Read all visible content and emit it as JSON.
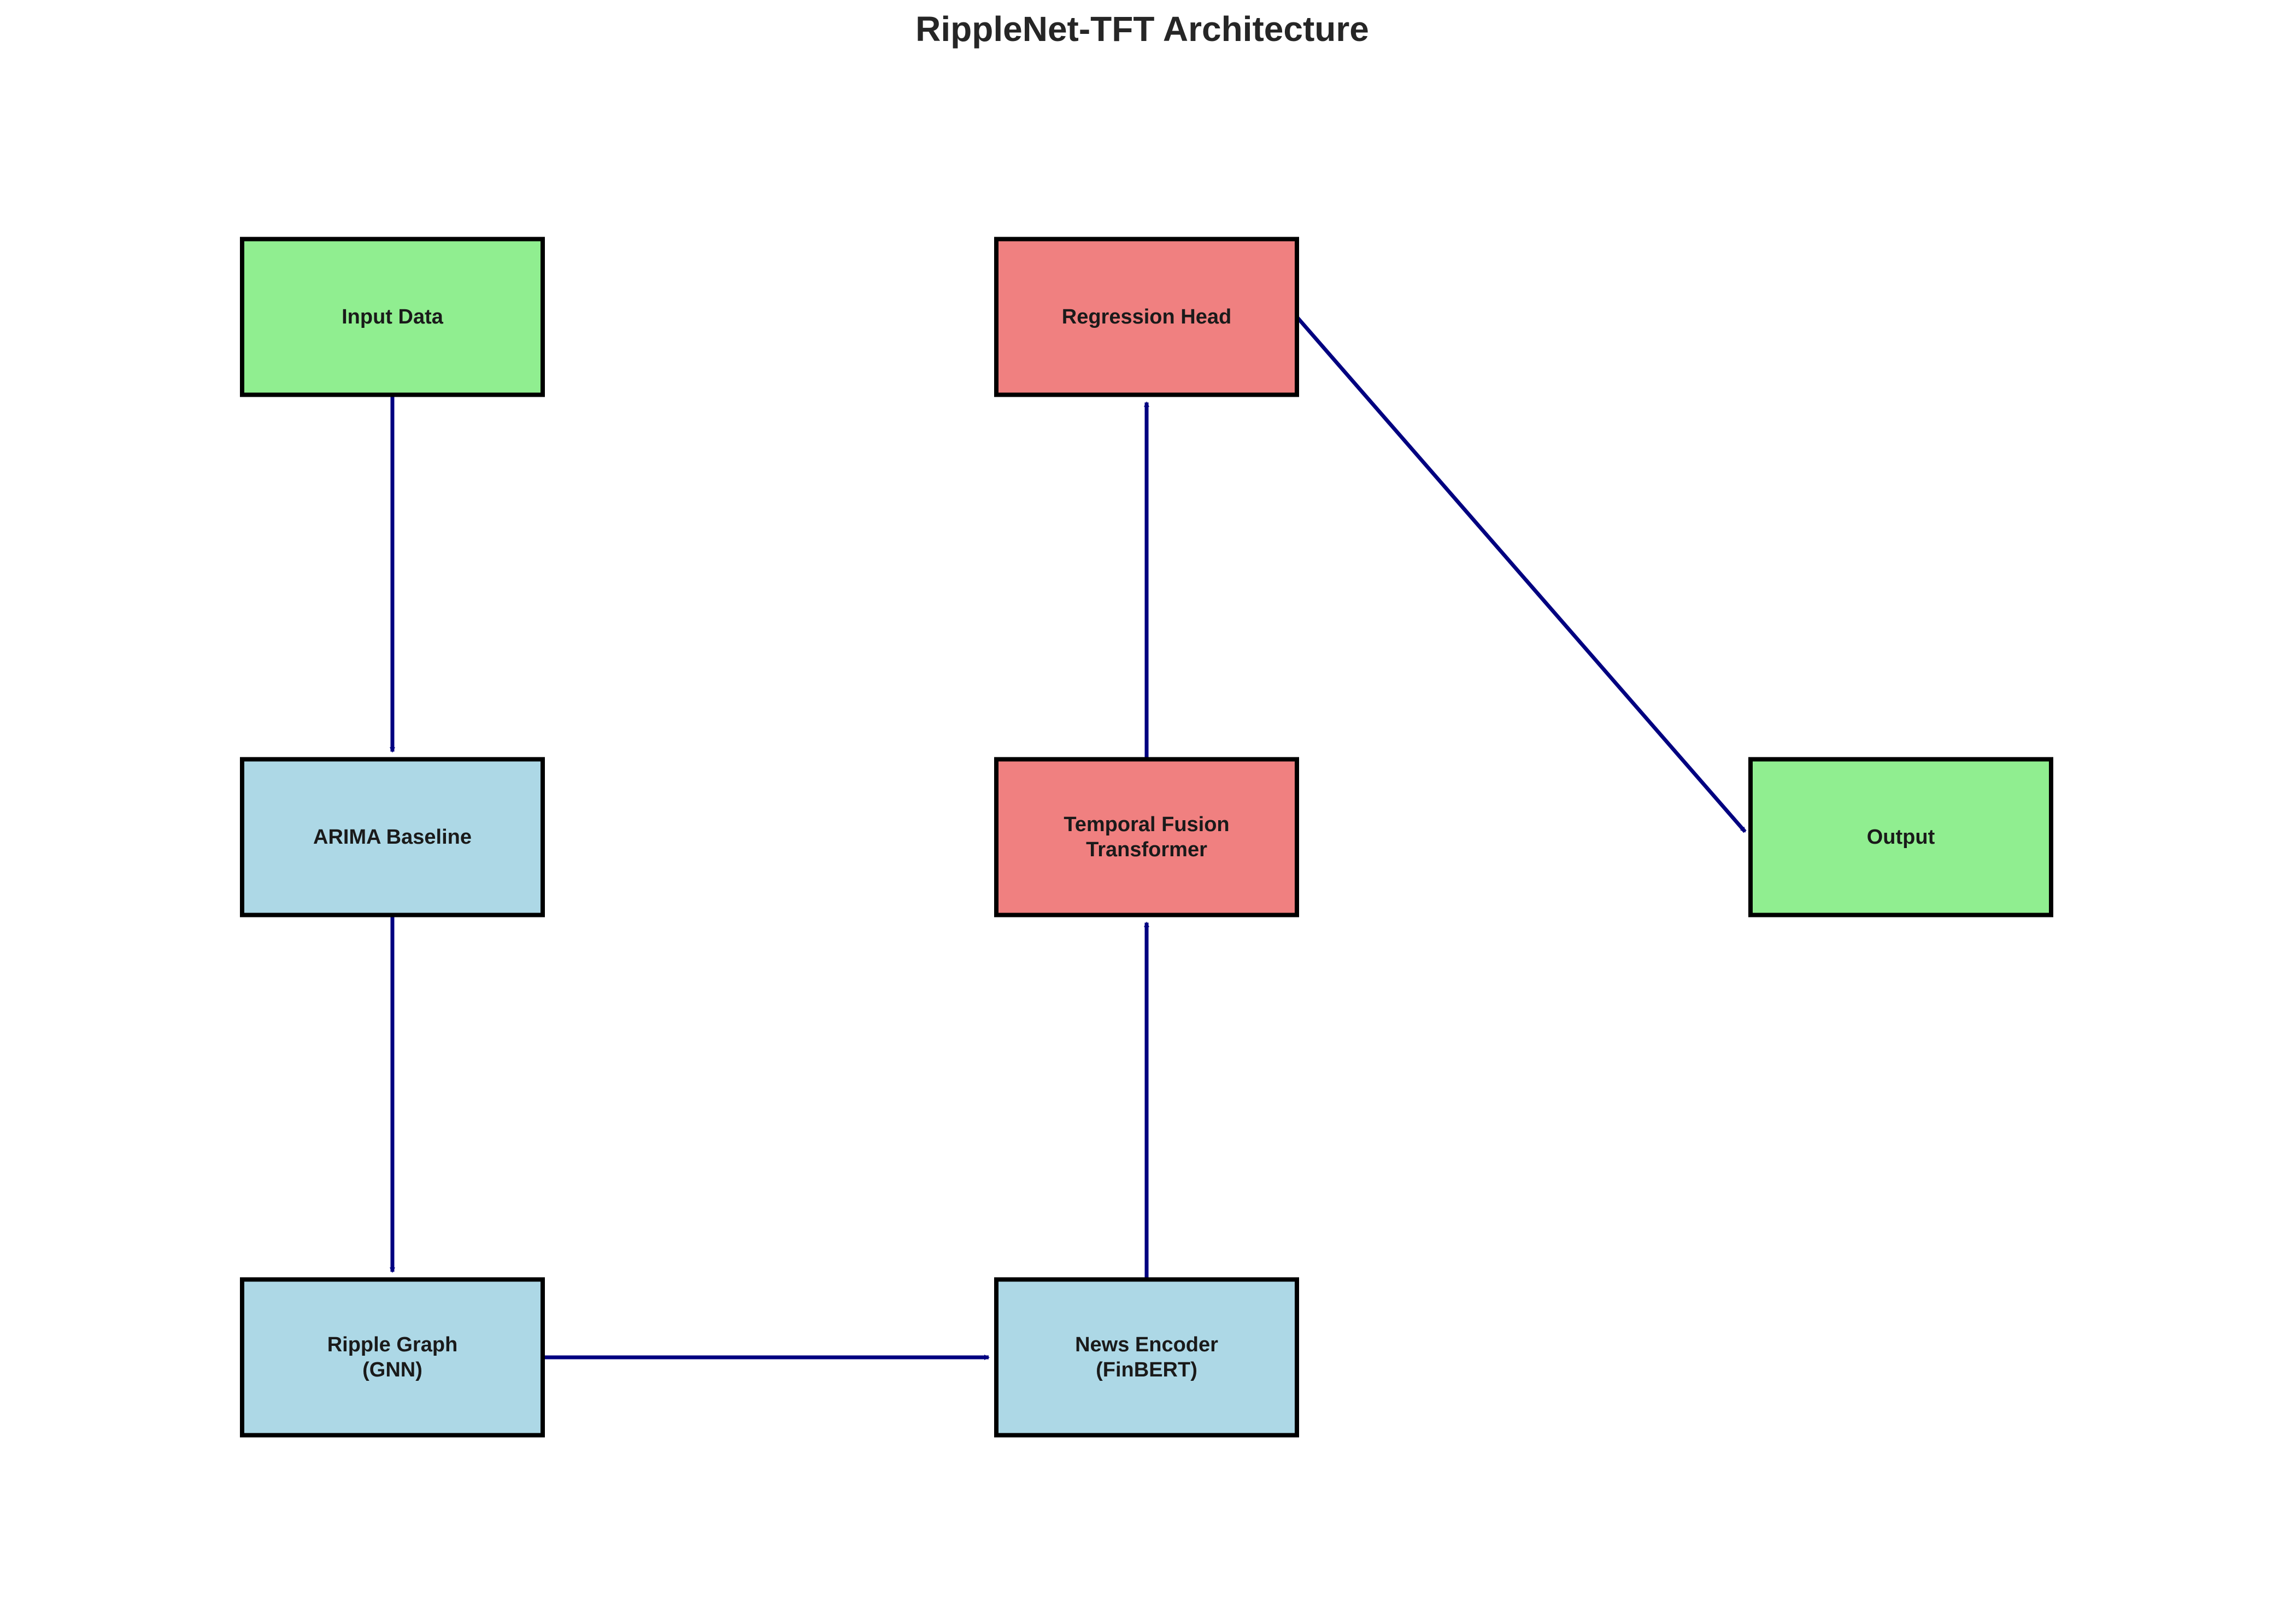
{
  "title": "RippleNet-TFT Architecture",
  "colors": {
    "input_output": "#90ee90",
    "processing": "#add8e6",
    "model": "#f08080",
    "arrow": "#000080",
    "border": "#000000"
  },
  "nodes": [
    {
      "id": "input",
      "lines": [
        "Input Data"
      ],
      "color": "input_output"
    },
    {
      "id": "arima",
      "lines": [
        "ARIMA Baseline"
      ],
      "color": "processing"
    },
    {
      "id": "ripple",
      "lines": [
        "Ripple Graph",
        "(GNN)"
      ],
      "color": "processing"
    },
    {
      "id": "news",
      "lines": [
        "News Encoder",
        "(FinBERT)"
      ],
      "color": "processing"
    },
    {
      "id": "tft",
      "lines": [
        "Temporal Fusion",
        "Transformer"
      ],
      "color": "model"
    },
    {
      "id": "regression",
      "lines": [
        "Regression Head"
      ],
      "color": "model"
    },
    {
      "id": "output",
      "lines": [
        "Output"
      ],
      "color": "input_output"
    }
  ],
  "edges": [
    {
      "from": "input",
      "to": "arima"
    },
    {
      "from": "arima",
      "to": "ripple"
    },
    {
      "from": "ripple",
      "to": "news"
    },
    {
      "from": "news",
      "to": "tft"
    },
    {
      "from": "tft",
      "to": "regression"
    },
    {
      "from": "regression",
      "to": "output"
    }
  ]
}
